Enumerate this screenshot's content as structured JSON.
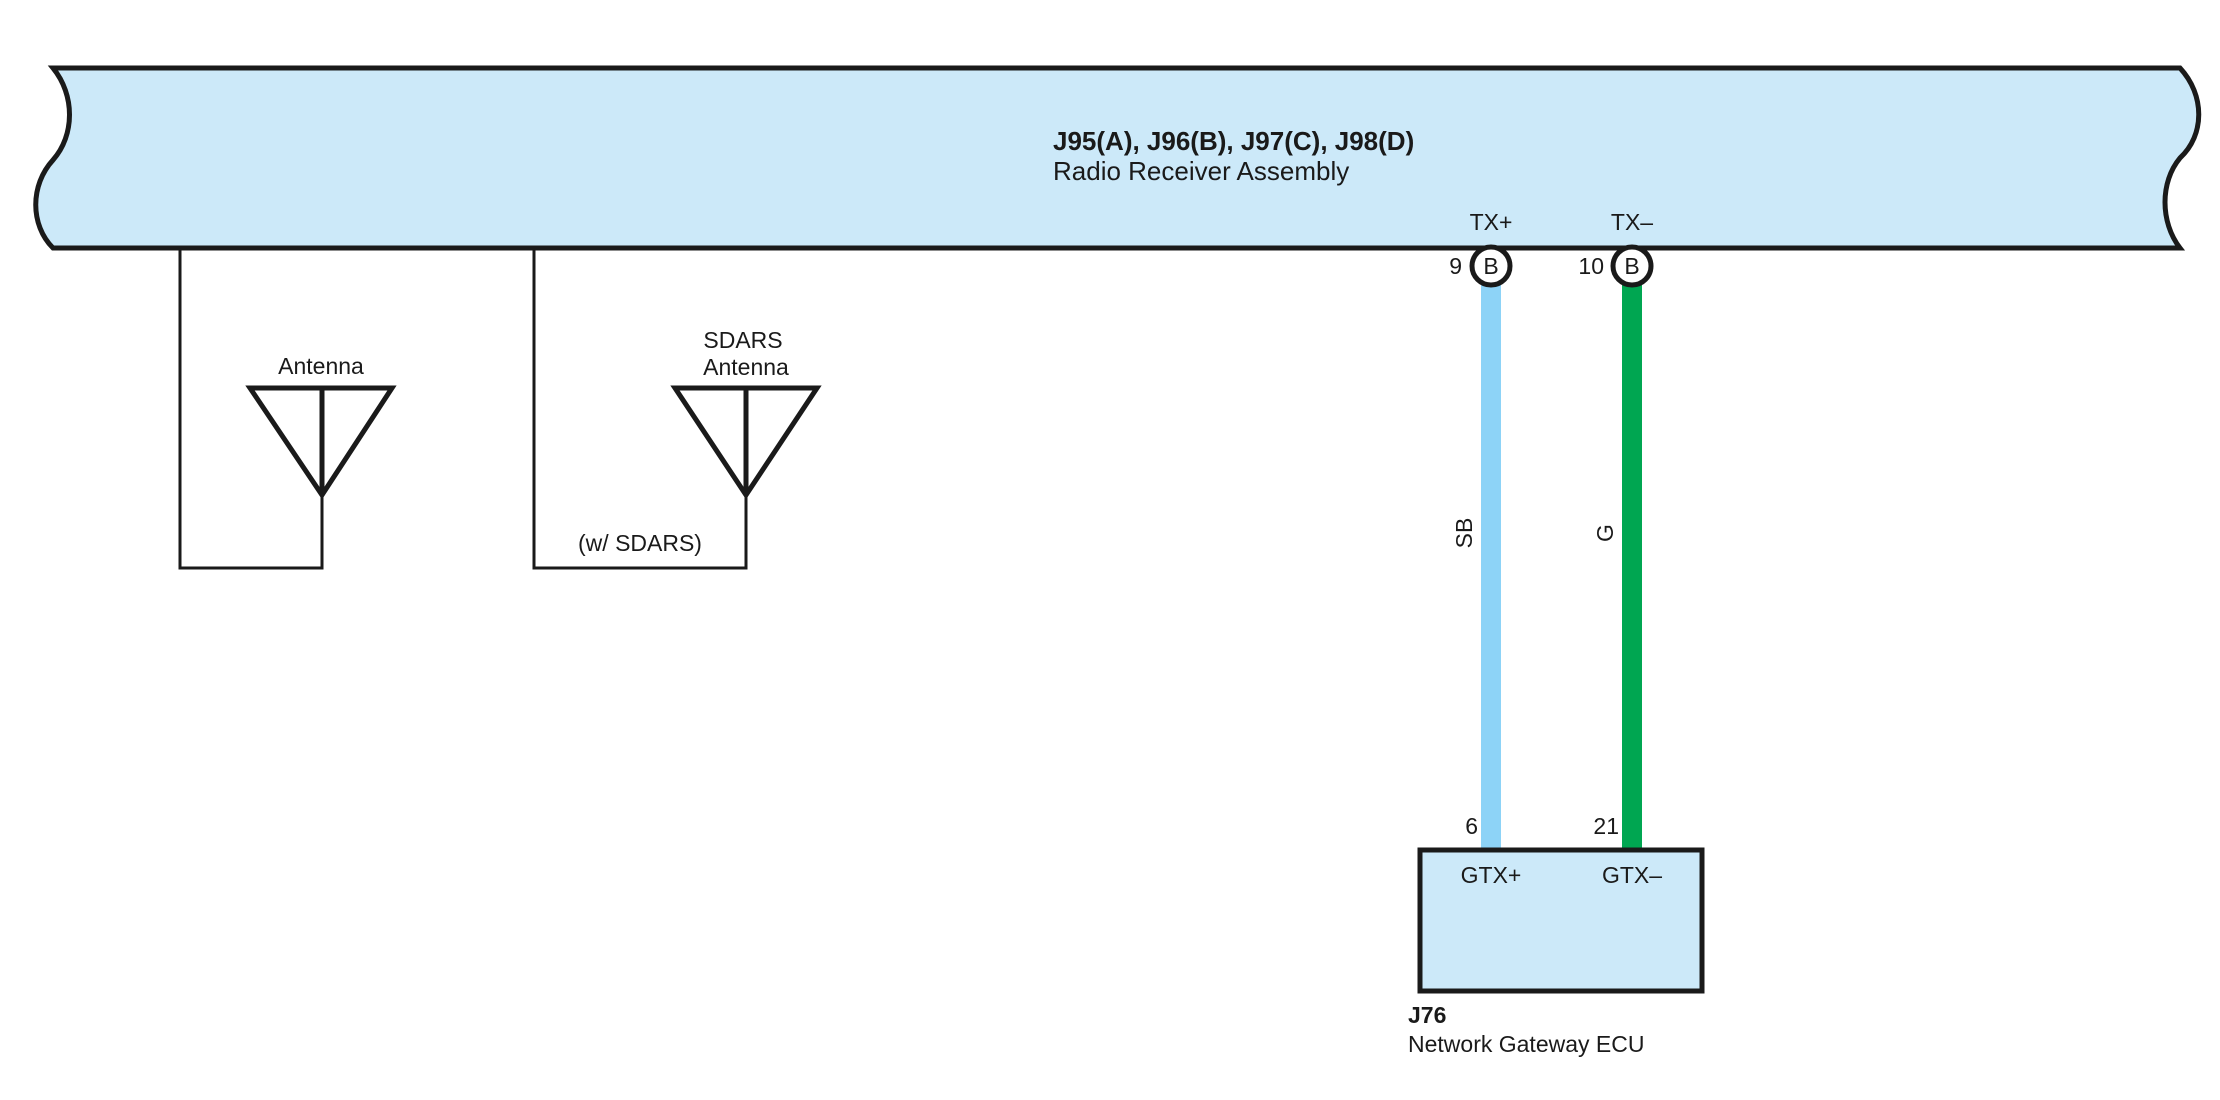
{
  "colors": {
    "component_fill": "#cce9f9",
    "outline": "#1a1a1a",
    "wire_sb": "#8dd3f7",
    "wire_g": "#00a651",
    "background": "#ffffff"
  },
  "receiver": {
    "connectors": "J95(A), J96(B), J97(C), J98(D)",
    "name": "Radio Receiver Assembly"
  },
  "antennas": [
    {
      "label_line1": "Antenna",
      "label_line2": "",
      "icon": "antenna-icon",
      "note": ""
    },
    {
      "label_line1": "SDARS",
      "label_line2": "Antenna",
      "icon": "antenna-icon",
      "note": "(w/ SDARS)"
    }
  ],
  "wires": [
    {
      "signal_top": "TX+",
      "pin_top": "9",
      "connector_code": "B",
      "wire_color_code": "SB",
      "pin_bottom": "6",
      "signal_bottom": "GTX+"
    },
    {
      "signal_top": "TX–",
      "pin_top": "10",
      "connector_code": "B",
      "wire_color_code": "G",
      "pin_bottom": "21",
      "signal_bottom": "GTX–"
    }
  ],
  "ecu": {
    "connector": "J76",
    "name": "Network Gateway ECU"
  }
}
